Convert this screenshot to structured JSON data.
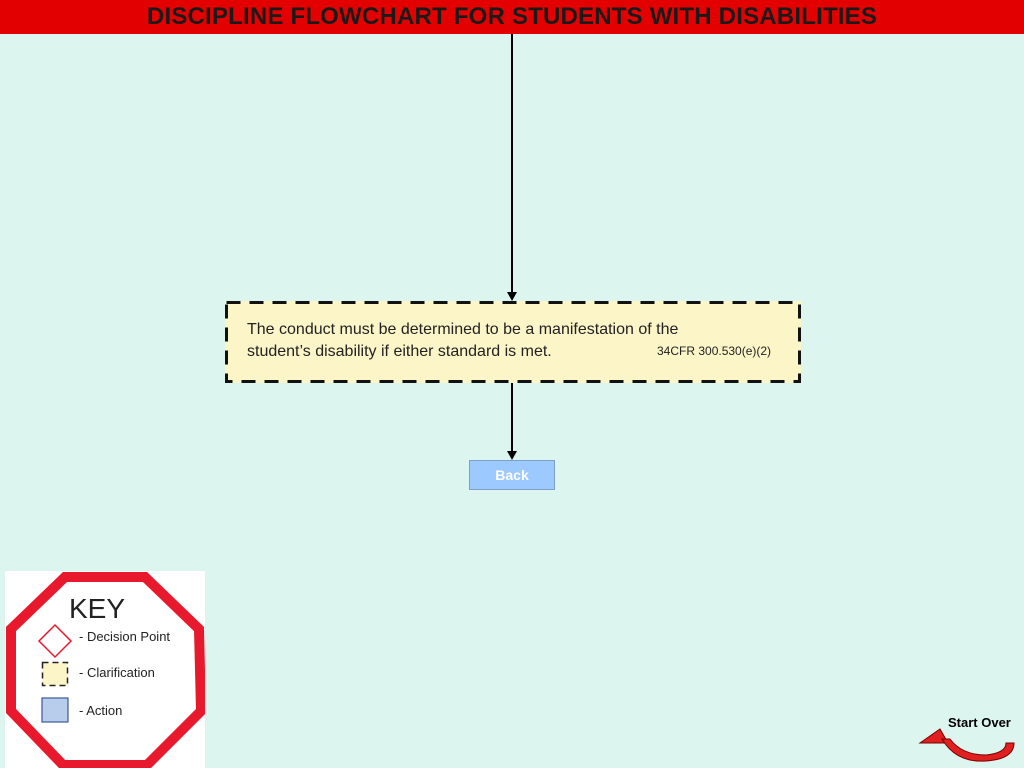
{
  "title": "DISCIPLINE FLOWCHART FOR STUDENTS WITH DISABILITIES",
  "clarification": {
    "text": "The conduct must be determined to be a manifestation of the student’s disability if either standard is met.",
    "citation": "34CFR 300.530(e)(2)"
  },
  "back_button": {
    "label": "Back"
  },
  "key": {
    "title": "KEY",
    "items": [
      {
        "label": "- Decision Point",
        "icon": "red-diamond-icon"
      },
      {
        "label": "- Clarification",
        "icon": "dashed-yellow-square-icon"
      },
      {
        "label": "- Action",
        "icon": "blue-square-icon"
      }
    ]
  },
  "start_over": {
    "label": "Start Over",
    "icon": "curved-return-arrow-icon"
  },
  "colors": {
    "title_bar": "#e20000",
    "background": "#dcf5ef",
    "clarification_fill": "#fcf5c8",
    "button_fill": "#9cc9ff",
    "key_octagon": "#e8192c"
  }
}
